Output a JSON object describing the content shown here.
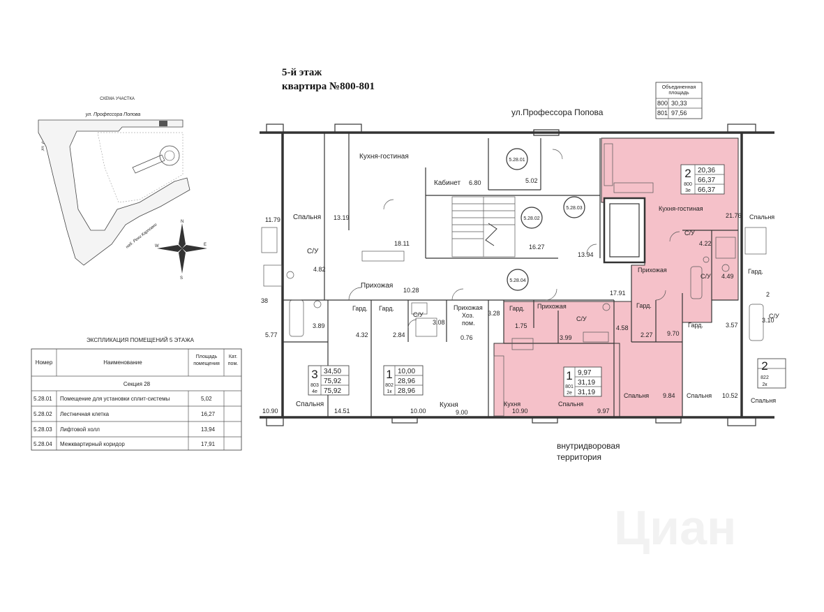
{
  "title": {
    "floor": "5-й этаж",
    "apartment": "квартира №800-801"
  },
  "combined_area": {
    "header": "Объединенная площадь",
    "rows": [
      {
        "num": "800",
        "area": "30,33"
      },
      {
        "num": "801",
        "area": "97,56"
      }
    ]
  },
  "streets": {
    "top": "ул.Профессора Попова",
    "bottom_line1": "внутридворовая",
    "bottom_line2": "территория"
  },
  "site_plan": {
    "title": "СХЕМА УЧАСТКА",
    "street_top": "ул. Профессора Попова",
    "street_left": "ул. Грота",
    "street_bottom": "наб. Реки Карповки",
    "compass": {
      "n": "N",
      "s": "S",
      "e": "E",
      "w": "W"
    }
  },
  "explication": {
    "title": "ЭКСПЛИКАЦИЯ ПОМЕЩЕНИЙ 5 ЭТАЖА",
    "headers": {
      "num": "Номер",
      "name": "Наименование",
      "area": "Площадь помещения",
      "cat": "Кат. пом."
    },
    "section": "Секция 28",
    "rows": [
      {
        "num": "5.28.01",
        "name": "Помещение для установки сплит-системы",
        "area": "5,02"
      },
      {
        "num": "5.28.02",
        "name": "Лестничная клетка",
        "area": "16,27"
      },
      {
        "num": "5.28.03",
        "name": "Лифтовой холл",
        "area": "13,94"
      },
      {
        "num": "5.28.04",
        "name": "Межквартирный коридор",
        "area": "17,91"
      }
    ]
  },
  "apartments": [
    {
      "rooms": "2",
      "num": "800",
      "type": "3е",
      "a1": "20,36",
      "a2": "66,37",
      "a3": "66,37"
    },
    {
      "rooms": "1",
      "num": "801",
      "type": "2е",
      "a1": "9,97",
      "a2": "31,19",
      "a3": "31,19"
    },
    {
      "rooms": "3",
      "num": "803",
      "type": "4е",
      "a1": "34,50",
      "a2": "75,92",
      "a3": "75,92"
    },
    {
      "rooms": "1",
      "num": "802",
      "type": "1к",
      "a1": "10,00",
      "a2": "28,96",
      "a3": "28,96"
    },
    {
      "rooms": "2",
      "num": "822",
      "type": "2к"
    }
  ],
  "room_labels": {
    "kitchen_living_left": "Кухня-гостиная",
    "study": "Кабинет",
    "bedroom_left": "Спальня",
    "su_left": "С/У",
    "hall_left": "Прихожая",
    "gard1": "Гард.",
    "gard2": "Гард.",
    "su_mid": "С/У",
    "hall_mid": "Прихожая",
    "storage_line1": "Хоз.",
    "storage_line2": "пом.",
    "gard3": "Гард.",
    "hall_801": "Прихожая",
    "su_801": "С/У",
    "gard4": "Гард.",
    "kitchen_living_800": "Кухня-гостиная",
    "su_800": "С/У",
    "hall_800": "Прихожая",
    "su_800b": "С/У",
    "gard5": "Гард.",
    "bedroom_803": "Спальня",
    "kitchen_802": "Кухня",
    "kitchen_801": "Кухня",
    "bedroom_801": "Спальня",
    "bedroom_800a": "Спальня",
    "bedroom_800b": "Спальня",
    "bedroom_right": "Спальня",
    "gard_right": "Гард.",
    "su_right": "С/У",
    "bedroom_right2": "Спальня"
  },
  "room_areas": {
    "a1179": "11.79",
    "a1319": "13.19",
    "a482": "4.82",
    "a1811": "18.11",
    "a680": "6.80",
    "a502": "5.02",
    "a1627": "16.27",
    "a1394": "13.94",
    "a1028": "10.28",
    "a1791": "17.91",
    "a389": "3.89",
    "a577": "5.77",
    "a432": "4.32",
    "a284": "2.84",
    "a308": "3.08",
    "a328": "3.28",
    "a076": "0.76",
    "a175": "1.75",
    "a399": "3.99",
    "a458": "4.58",
    "a227": "2.27",
    "a970": "9.70",
    "a357": "3.57",
    "a2176": "21.76",
    "a422": "4.22",
    "a449": "4.49",
    "a1090": "10.90",
    "a1451": "14.51",
    "a1000": "10.00",
    "a900": "9.00",
    "a1090b": "10.90",
    "a997": "9.97",
    "a984": "9.84",
    "a1052": "10.52",
    "a38": "38",
    "a310": "3.10",
    "a2": "2"
  },
  "zones": {
    "z1": "5.28.01",
    "z2": "5.28.02",
    "z3": "5.28.03",
    "z4": "5.28.04"
  },
  "watermark": "Циан"
}
